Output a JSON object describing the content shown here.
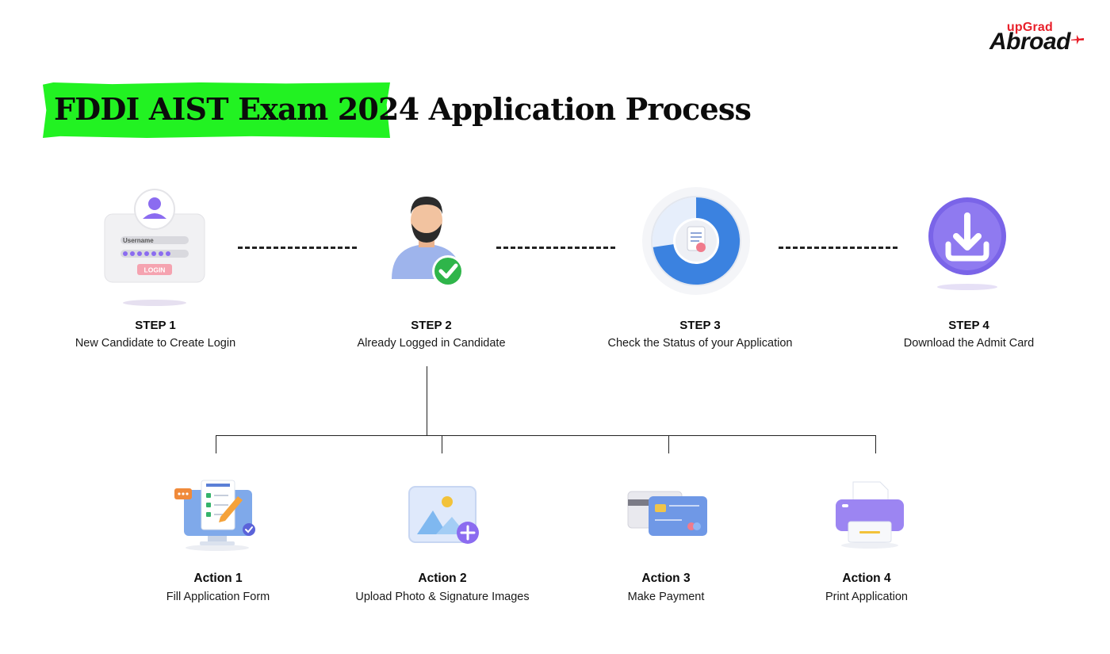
{
  "brand": {
    "top": "upGrad",
    "bottom": "Abroad"
  },
  "title": {
    "highlighted": "FDDI AIST Exam 2024",
    "rest": "Application Process"
  },
  "steps": [
    {
      "heading": "STEP 1",
      "text": "New Candidate to Create Login",
      "icon": "login-card-icon",
      "login_card": {
        "username": "Username",
        "button": "LOGIN"
      }
    },
    {
      "heading": "STEP 2",
      "text": "Already Logged in Candidate",
      "icon": "user-check-icon"
    },
    {
      "heading": "STEP 3",
      "text": "Check the Status of your Application",
      "icon": "status-ring-icon"
    },
    {
      "heading": "STEP 4",
      "text": "Download the Admit Card",
      "icon": "download-icon"
    }
  ],
  "actions": [
    {
      "heading": "Action 1",
      "text": "Fill Application Form",
      "icon": "form-monitor-icon"
    },
    {
      "heading": "Action 2",
      "text": "Upload Photo & Signature Images",
      "icon": "image-add-icon"
    },
    {
      "heading": "Action 3",
      "text": "Make Payment",
      "icon": "credit-card-icon"
    },
    {
      "heading": "Action 4",
      "text": "Print Application",
      "icon": "printer-icon"
    }
  ],
  "colors": {
    "highlight": "#22f222",
    "brand_red": "#e8202a",
    "accent_blue": "#3b82e0",
    "accent_purple": "#8b6cf0"
  }
}
